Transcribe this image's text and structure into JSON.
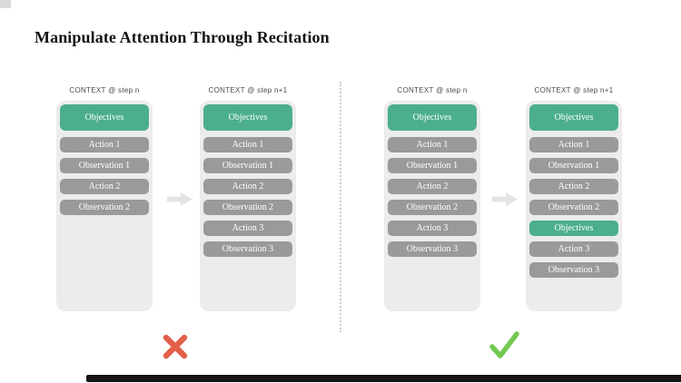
{
  "slide": {
    "title": "Manipulate Attention Through Recitation"
  },
  "groups": [
    {
      "name": "without-recitation",
      "verdict": "cross",
      "columns": [
        {
          "label": "CONTEXT @ step n",
          "items": [
            {
              "text": "Objectives",
              "kind": "objective"
            },
            {
              "text": "Action 1",
              "kind": "step"
            },
            {
              "text": "Observation 1",
              "kind": "step"
            },
            {
              "text": "Action 2",
              "kind": "step"
            },
            {
              "text": "Observation 2",
              "kind": "step"
            }
          ]
        },
        {
          "label": "CONTEXT @ step n+1",
          "items": [
            {
              "text": "Objectives",
              "kind": "objective"
            },
            {
              "text": "Action 1",
              "kind": "step"
            },
            {
              "text": "Observation 1",
              "kind": "step"
            },
            {
              "text": "Action 2",
              "kind": "step"
            },
            {
              "text": "Observation 2",
              "kind": "step"
            },
            {
              "text": "Action 3",
              "kind": "step"
            },
            {
              "text": "Observation 3",
              "kind": "step"
            }
          ]
        }
      ]
    },
    {
      "name": "with-recitation",
      "verdict": "check",
      "columns": [
        {
          "label": "CONTEXT @ step n",
          "items": [
            {
              "text": "Objectives",
              "kind": "objective"
            },
            {
              "text": "Action 1",
              "kind": "step"
            },
            {
              "text": "Observation 1",
              "kind": "step"
            },
            {
              "text": "Action 2",
              "kind": "step"
            },
            {
              "text": "Observation 2",
              "kind": "step"
            },
            {
              "text": "Action 3",
              "kind": "step"
            },
            {
              "text": "Observation 3",
              "kind": "step"
            }
          ]
        },
        {
          "label": "CONTEXT @ step n+1",
          "items": [
            {
              "text": "Objectives",
              "kind": "objective"
            },
            {
              "text": "Action 1",
              "kind": "step"
            },
            {
              "text": "Observation 1",
              "kind": "step"
            },
            {
              "text": "Action 2",
              "kind": "step"
            },
            {
              "text": "Observation 2",
              "kind": "step"
            },
            {
              "text": "Objectives",
              "kind": "objective-recited"
            },
            {
              "text": "Action 3",
              "kind": "step"
            },
            {
              "text": "Observation 3",
              "kind": "step"
            }
          ]
        }
      ]
    }
  ],
  "colors": {
    "objective_green": "#4bae8f",
    "step_gray": "#9a9a9a",
    "panel_bg": "#ececec",
    "arrow_gray": "#e4e4e4",
    "divider_gray": "#cfcfcf",
    "cross_red": "#e2604a",
    "check_green": "#72c850"
  }
}
